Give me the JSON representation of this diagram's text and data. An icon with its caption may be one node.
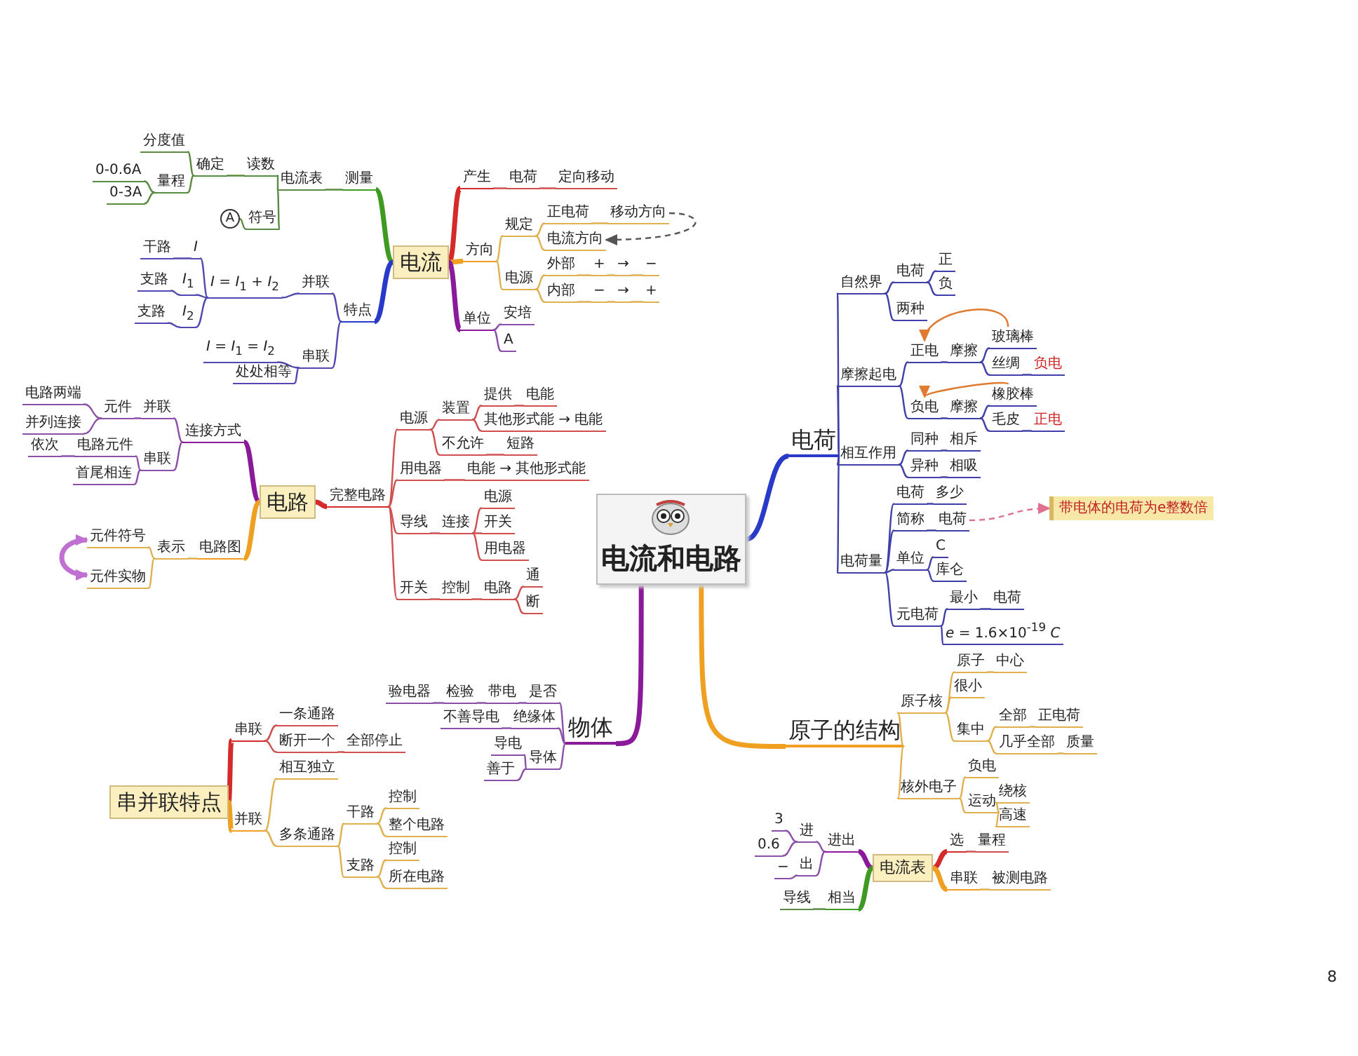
{
  "diagram": {
    "nodes": [
      {
        "text": [
          "电流和电路"
        ]
      },
      {
        "text": [
          "电流"
        ]
      },
      {
        "text": [
          "测量"
        ]
      },
      {
        "text": [
          "电流表"
        ]
      },
      {
        "text": [
          "读数"
        ]
      },
      {
        "text": [
          "确定"
        ]
      },
      {
        "text": [
          "分度值"
        ]
      },
      {
        "text": [
          "量程"
        ]
      },
      {
        "text": [
          "0-0.6A"
        ]
      },
      {
        "text": [
          "0-3A"
        ]
      },
      {
        "text": [
          "符号"
        ]
      },
      {
        "text": [
          "A"
        ]
      },
      {
        "text": [
          "特点"
        ]
      },
      {
        "text": [
          "并联"
        ]
      },
      {
        "text": [
          "*I* = *I*$_{1}$ + *I*$_{2}$"
        ]
      },
      {
        "text": [
          "I"
        ]
      },
      {
        "text": [
          "干路"
        ]
      },
      {
        "text": [
          "*I*$_{1}$"
        ]
      },
      {
        "text": [
          "支路"
        ]
      },
      {
        "text": [
          "*I*$_{2}$"
        ]
      },
      {
        "text": [
          "支路"
        ]
      },
      {
        "text": [
          "串联"
        ]
      },
      {
        "text": [
          "*I* = *I*$_{1}$ = *I*$_{2}$"
        ]
      },
      {
        "text": [
          "处处相等"
        ]
      },
      {
        "text": [
          "产生"
        ]
      },
      {
        "text": [
          "电荷"
        ]
      },
      {
        "text": [
          "定向移动"
        ]
      },
      {
        "text": [
          "方向"
        ]
      },
      {
        "text": [
          "规定"
        ]
      },
      {
        "text": [
          "正电荷"
        ]
      },
      {
        "text": [
          "移动方向"
        ]
      },
      {
        "text": [
          "电流方向"
        ]
      },
      {
        "text": [
          "电源"
        ]
      },
      {
        "text": [
          "外部"
        ]
      },
      {
        "text": [
          "+"
        ]
      },
      {
        "text": [
          "→"
        ]
      },
      {
        "text": [
          "−"
        ]
      },
      {
        "text": [
          "内部"
        ]
      },
      {
        "text": [
          "−"
        ]
      },
      {
        "text": [
          "→"
        ]
      },
      {
        "text": [
          "+"
        ]
      },
      {
        "text": [
          "单位"
        ]
      },
      {
        "text": [
          "安培"
        ]
      },
      {
        "text": [
          "A"
        ]
      },
      {
        "text": [
          "电路"
        ]
      },
      {
        "text": [
          "完整电路"
        ]
      },
      {
        "text": [
          "电源"
        ]
      },
      {
        "text": [
          "装置"
        ]
      },
      {
        "text": [
          "提供"
        ]
      },
      {
        "text": [
          "电能"
        ]
      },
      {
        "text": [
          "其他形式能 → 电能"
        ]
      },
      {
        "text": [
          "不允许"
        ]
      },
      {
        "text": [
          "短路"
        ]
      },
      {
        "text": [
          "用电器"
        ]
      },
      {
        "text": [
          "电能 → 其他形式能"
        ]
      },
      {
        "text": [
          "导线"
        ]
      },
      {
        "text": [
          "连接"
        ]
      },
      {
        "text": [
          "电源"
        ]
      },
      {
        "text": [
          "开关"
        ]
      },
      {
        "text": [
          "用电器"
        ]
      },
      {
        "text": [
          "开关"
        ]
      },
      {
        "text": [
          "控制"
        ]
      },
      {
        "text": [
          "电路"
        ]
      },
      {
        "text": [
          "通"
        ]
      },
      {
        "text": [
          "断"
        ]
      },
      {
        "text": [
          "连接方式"
        ]
      },
      {
        "text": [
          "并联"
        ]
      },
      {
        "text": [
          "元件"
        ]
      },
      {
        "text": [
          "电路两端"
        ]
      },
      {
        "text": [
          "并列连接"
        ]
      },
      {
        "text": [
          "串联"
        ]
      },
      {
        "text": [
          "电路元件"
        ]
      },
      {
        "text": [
          "依次"
        ]
      },
      {
        "text": [
          "首尾相连"
        ]
      },
      {
        "text": [
          "电路图"
        ]
      },
      {
        "text": [
          "表示"
        ]
      },
      {
        "text": [
          "元件符号"
        ]
      },
      {
        "text": [
          "元件实物"
        ]
      },
      {
        "text": [
          "电荷"
        ]
      },
      {
        "text": [
          "自然界"
        ]
      },
      {
        "text": [
          "电荷"
        ]
      },
      {
        "text": [
          "正"
        ]
      },
      {
        "text": [
          "负"
        ]
      },
      {
        "text": [
          "两种"
        ]
      },
      {
        "text": [
          "摩擦起电"
        ]
      },
      {
        "text": [
          "正电"
        ]
      },
      {
        "text": [
          "摩擦"
        ]
      },
      {
        "text": [
          "玻璃棒"
        ]
      },
      {
        "text": [
          "丝绸"
        ]
      },
      {
        "text": [
          "负电"
        ]
      },
      {
        "text": [
          "负电"
        ]
      },
      {
        "text": [
          "摩擦"
        ]
      },
      {
        "text": [
          "橡胶棒"
        ]
      },
      {
        "text": [
          "毛皮"
        ]
      },
      {
        "text": [
          "正电"
        ]
      },
      {
        "text": [
          "相互作用"
        ]
      },
      {
        "text": [
          "同种"
        ]
      },
      {
        "text": [
          "相斥"
        ]
      },
      {
        "text": [
          "异种"
        ]
      },
      {
        "text": [
          "相吸"
        ]
      },
      {
        "text": [
          "电荷量"
        ]
      },
      {
        "text": [
          "电荷"
        ]
      },
      {
        "text": [
          "多少"
        ]
      },
      {
        "text": [
          "简称"
        ]
      },
      {
        "text": [
          "电荷"
        ]
      },
      {
        "text": [
          "单位"
        ]
      },
      {
        "text": [
          "C"
        ]
      },
      {
        "text": [
          "库仑"
        ]
      },
      {
        "text": [
          "元电荷"
        ]
      },
      {
        "text": [
          "最小"
        ]
      },
      {
        "text": [
          "电荷"
        ]
      },
      {
        "text": [
          "*e* = 1.6×10$^{-19}$ *C*"
        ]
      },
      {
        "text": [
          "带电体的电荷为e整数倍"
        ]
      },
      {
        "text": [
          "物体"
        ]
      },
      {
        "text": [
          "是否"
        ]
      },
      {
        "text": [
          "带电"
        ]
      },
      {
        "text": [
          "检验"
        ]
      },
      {
        "text": [
          "验电器"
        ]
      },
      {
        "text": [
          "绝缘体"
        ]
      },
      {
        "text": [
          "不善导电"
        ]
      },
      {
        "text": [
          "导体"
        ]
      },
      {
        "text": [
          "导电"
        ]
      },
      {
        "text": [
          "善于"
        ]
      },
      {
        "text": [
          "串并联特点"
        ]
      },
      {
        "text": [
          "串联"
        ]
      },
      {
        "text": [
          "一条通路"
        ]
      },
      {
        "text": [
          "断开一个"
        ]
      },
      {
        "text": [
          "全部停止"
        ]
      },
      {
        "text": [
          "并联"
        ]
      },
      {
        "text": [
          "相互独立"
        ]
      },
      {
        "text": [
          "多条通路"
        ]
      },
      {
        "text": [
          "干路"
        ]
      },
      {
        "text": [
          "控制"
        ]
      },
      {
        "text": [
          "整个电路"
        ]
      },
      {
        "text": [
          "支路"
        ]
      },
      {
        "text": [
          "控制"
        ]
      },
      {
        "text": [
          "所在电路"
        ]
      },
      {
        "text": [
          "原子的结构"
        ]
      },
      {
        "text": [
          "原子核"
        ]
      },
      {
        "text": [
          "原子"
        ]
      },
      {
        "text": [
          "中心"
        ]
      },
      {
        "text": [
          "很小"
        ]
      },
      {
        "text": [
          "集中"
        ]
      },
      {
        "text": [
          "全部"
        ]
      },
      {
        "text": [
          "正电荷"
        ]
      },
      {
        "text": [
          "几乎全部"
        ]
      },
      {
        "text": [
          "质量"
        ]
      },
      {
        "text": [
          "核外电子"
        ]
      },
      {
        "text": [
          "负电"
        ]
      },
      {
        "text": [
          "运动"
        ]
      },
      {
        "text": [
          "绕核"
        ]
      },
      {
        "text": [
          "高速"
        ]
      },
      {
        "text": [
          "电流表"
        ]
      },
      {
        "text": [
          "进出"
        ]
      },
      {
        "text": [
          "进"
        ]
      },
      {
        "text": [
          "3"
        ]
      },
      {
        "text": [
          "0.6"
        ]
      },
      {
        "text": [
          "出"
        ]
      },
      {
        "text": [
          "−"
        ]
      },
      {
        "text": [
          "相当"
        ]
      },
      {
        "text": [
          "导线"
        ]
      },
      {
        "text": [
          "选"
        ]
      },
      {
        "text": [
          "量程"
        ]
      },
      {
        "text": [
          "串联"
        ]
      },
      {
        "text": [
          "被测电路"
        ]
      }
    ],
    "edges": [
      {
        "from": 1,
        "to": 2,
        "arrow": "none",
        "style": "thick",
        "color": "#3f9a22"
      },
      {
        "from": 2,
        "to": 3,
        "arrow": "none",
        "color": "#5a8a40"
      },
      {
        "from": 3,
        "to": 4,
        "arrow": "none",
        "color": "#5a8a40"
      },
      {
        "from": 4,
        "to": 5,
        "arrow": "none",
        "color": "#5a8a40"
      },
      {
        "from": 5,
        "to": 6,
        "arrow": "none",
        "color": "#5a8a40"
      },
      {
        "from": 5,
        "to": 7,
        "arrow": "none",
        "color": "#5a8a40"
      },
      {
        "from": 7,
        "to": 8,
        "arrow": "none",
        "color": "#5a8a40"
      },
      {
        "from": 7,
        "to": 9,
        "arrow": "none",
        "color": "#5a8a40"
      },
      {
        "from": 3,
        "to": 10,
        "arrow": "none",
        "color": "#5a8a40"
      },
      {
        "from": 10,
        "to": 11,
        "arrow": "none",
        "color": "#5a8a40"
      },
      {
        "from": 1,
        "to": 12,
        "arrow": "none",
        "style": "thick",
        "color": "#2a3ac8"
      },
      {
        "from": 12,
        "to": 13,
        "arrow": "none",
        "color": "#5048b0"
      },
      {
        "from": 13,
        "to": 14,
        "arrow": "none",
        "color": "#5048b0"
      },
      {
        "from": 14,
        "to": 15,
        "arrow": "none",
        "color": "#5048b0"
      },
      {
        "from": 15,
        "to": 16,
        "arrow": "none",
        "color": "#5048b0"
      },
      {
        "from": 14,
        "to": 17,
        "arrow": "none",
        "color": "#5048b0"
      },
      {
        "from": 17,
        "to": 18,
        "arrow": "none",
        "color": "#5048b0"
      },
      {
        "from": 14,
        "to": 19,
        "arrow": "none",
        "color": "#5048b0"
      },
      {
        "from": 19,
        "to": 20,
        "arrow": "none",
        "color": "#5048b0"
      },
      {
        "from": 12,
        "to": 21,
        "arrow": "none",
        "color": "#5048b0"
      },
      {
        "from": 21,
        "to": 22,
        "arrow": "none",
        "color": "#5048b0"
      },
      {
        "from": 21,
        "to": 23,
        "arrow": "none",
        "color": "#5048b0"
      },
      {
        "from": 1,
        "to": 24,
        "arrow": "none",
        "style": "thick",
        "color": "#d42a2a"
      },
      {
        "from": 24,
        "to": 25,
        "arrow": "none",
        "color": "#d05050"
      },
      {
        "from": 25,
        "to": 26,
        "arrow": "none",
        "color": "#d05050"
      },
      {
        "from": 1,
        "to": 27,
        "arrow": "none",
        "style": "thick",
        "color": "#f0a020"
      },
      {
        "from": 27,
        "to": 28,
        "arrow": "none",
        "color": "#e0b050"
      },
      {
        "from": 28,
        "to": 29,
        "arrow": "none",
        "color": "#e0b050"
      },
      {
        "from": 29,
        "to": 30,
        "arrow": "none",
        "color": "#e0b050"
      },
      {
        "from": 28,
        "to": 31,
        "arrow": "none",
        "color": "#e0b050"
      },
      {
        "from": 27,
        "to": 32,
        "arrow": "none",
        "color": "#e0b050"
      },
      {
        "from": 32,
        "to": 33,
        "arrow": "none",
        "color": "#e0b050"
      },
      {
        "from": 33,
        "to": 34,
        "arrow": "none",
        "color": "#e0b050"
      },
      {
        "from": 34,
        "to": 35,
        "arrow": "none",
        "color": "#e0b050"
      },
      {
        "from": 35,
        "to": 36,
        "arrow": "none",
        "color": "#e0b050"
      },
      {
        "from": 32,
        "to": 37,
        "arrow": "none",
        "color": "#e0b050"
      },
      {
        "from": 37,
        "to": 38,
        "arrow": "none",
        "color": "#e0b050"
      },
      {
        "from": 38,
        "to": 39,
        "arrow": "none",
        "color": "#e0b050"
      },
      {
        "from": 39,
        "to": 40,
        "arrow": "none",
        "color": "#e0b050"
      },
      {
        "from": 1,
        "to": 41,
        "arrow": "none",
        "style": "thick",
        "color": "#8a1a9a"
      },
      {
        "from": 41,
        "to": 42,
        "arrow": "none",
        "color": "#8a50a8"
      },
      {
        "from": 41,
        "to": 43,
        "arrow": "none",
        "color": "#8a50a8"
      },
      {
        "from": 30,
        "to": 31,
        "arrow": "to",
        "style": "dashed",
        "color": "#555555"
      },
      {
        "from": 44,
        "to": 45,
        "arrow": "none",
        "style": "thick",
        "color": "#d42a2a"
      },
      {
        "from": 45,
        "to": 46,
        "arrow": "none",
        "color": "#d05050"
      },
      {
        "from": 46,
        "to": 47,
        "arrow": "none",
        "color": "#d05050"
      },
      {
        "from": 47,
        "to": 48,
        "arrow": "none",
        "color": "#d05050"
      },
      {
        "from": 48,
        "to": 49,
        "arrow": "none",
        "color": "#d05050"
      },
      {
        "from": 47,
        "to": 50,
        "arrow": "none",
        "color": "#d05050"
      },
      {
        "from": 46,
        "to": 51,
        "arrow": "none",
        "color": "#d05050"
      },
      {
        "from": 51,
        "to": 52,
        "arrow": "none",
        "color": "#d05050"
      },
      {
        "from": 45,
        "to": 53,
        "arrow": "none",
        "color": "#d05050"
      },
      {
        "from": 53,
        "to": 54,
        "arrow": "none",
        "color": "#d05050"
      },
      {
        "from": 45,
        "to": 55,
        "arrow": "none",
        "color": "#d05050"
      },
      {
        "from": 55,
        "to": 56,
        "arrow": "none",
        "color": "#d05050"
      },
      {
        "from": 56,
        "to": 57,
        "arrow": "none",
        "color": "#d05050"
      },
      {
        "from": 56,
        "to": 58,
        "arrow": "none",
        "color": "#d05050"
      },
      {
        "from": 56,
        "to": 59,
        "arrow": "none",
        "color": "#d05050"
      },
      {
        "from": 45,
        "to": 60,
        "arrow": "none",
        "color": "#d05050"
      },
      {
        "from": 60,
        "to": 61,
        "arrow": "none",
        "color": "#d05050"
      },
      {
        "from": 61,
        "to": 62,
        "arrow": "none",
        "color": "#d05050"
      },
      {
        "from": 62,
        "to": 63,
        "arrow": "none",
        "color": "#d05050"
      },
      {
        "from": 62,
        "to": 64,
        "arrow": "none",
        "color": "#d05050"
      },
      {
        "from": 44,
        "to": 65,
        "arrow": "none",
        "style": "thick",
        "color": "#8a1a9a"
      },
      {
        "from": 65,
        "to": 66,
        "arrow": "none",
        "color": "#8a50a8"
      },
      {
        "from": 66,
        "to": 67,
        "arrow": "none",
        "color": "#8a50a8"
      },
      {
        "from": 67,
        "to": 68,
        "arrow": "none",
        "color": "#8a50a8"
      },
      {
        "from": 67,
        "to": 69,
        "arrow": "none",
        "color": "#8a50a8"
      },
      {
        "from": 65,
        "to": 70,
        "arrow": "none",
        "color": "#8a50a8"
      },
      {
        "from": 70,
        "to": 71,
        "arrow": "none",
        "color": "#8a50a8"
      },
      {
        "from": 71,
        "to": 72,
        "arrow": "none",
        "color": "#8a50a8"
      },
      {
        "from": 70,
        "to": 73,
        "arrow": "none",
        "color": "#8a50a8"
      },
      {
        "from": 44,
        "to": 74,
        "arrow": "none",
        "style": "thick",
        "color": "#f0a020"
      },
      {
        "from": 74,
        "to": 75,
        "arrow": "none",
        "color": "#e0b050"
      },
      {
        "from": 75,
        "to": 76,
        "arrow": "none",
        "color": "#e0b050"
      },
      {
        "from": 75,
        "to": 77,
        "arrow": "none",
        "color": "#e0b050"
      },
      {
        "from": 76,
        "to": 77,
        "arrow": "both",
        "style": "thick",
        "color": "#c070d0"
      },
      {
        "from": 0,
        "to": 78,
        "arrow": "none",
        "style": "thick",
        "color": "#2a3ac8"
      },
      {
        "from": 78,
        "to": 79,
        "arrow": "none",
        "color": "#4040a8"
      },
      {
        "from": 79,
        "to": 80,
        "arrow": "none",
        "color": "#4040a8"
      },
      {
        "from": 80,
        "to": 81,
        "arrow": "none",
        "color": "#4040a8"
      },
      {
        "from": 80,
        "to": 82,
        "arrow": "none",
        "color": "#4040a8"
      },
      {
        "from": 79,
        "to": 83,
        "arrow": "none",
        "color": "#4040a8"
      },
      {
        "from": 78,
        "to": 84,
        "arrow": "none",
        "color": "#4040a8"
      },
      {
        "from": 84,
        "to": 85,
        "arrow": "none",
        "color": "#4040a8"
      },
      {
        "from": 85,
        "to": 86,
        "arrow": "none",
        "color": "#4040a8"
      },
      {
        "from": 86,
        "to": 87,
        "arrow": "none",
        "color": "#4040a8"
      },
      {
        "from": 86,
        "to": 88,
        "arrow": "none",
        "color": "#4040a8"
      },
      {
        "from": 88,
        "to": 89,
        "arrow": "none",
        "color": "#4040a8"
      },
      {
        "from": 84,
        "to": 90,
        "arrow": "none",
        "color": "#4040a8"
      },
      {
        "from": 90,
        "to": 91,
        "arrow": "none",
        "color": "#4040a8"
      },
      {
        "from": 91,
        "to": 92,
        "arrow": "none",
        "color": "#4040a8"
      },
      {
        "from": 91,
        "to": 93,
        "arrow": "none",
        "color": "#4040a8"
      },
      {
        "from": 93,
        "to": 94,
        "arrow": "none",
        "color": "#4040a8"
      },
      {
        "from": 87,
        "to": 85,
        "arrow": "to",
        "color": "#e07a30"
      },
      {
        "from": 92,
        "to": 90,
        "arrow": "to",
        "color": "#e07a30"
      },
      {
        "from": 78,
        "to": 95,
        "arrow": "none",
        "color": "#4040a8"
      },
      {
        "from": 95,
        "to": 96,
        "arrow": "none",
        "color": "#4040a8"
      },
      {
        "from": 96,
        "to": 97,
        "arrow": "none",
        "color": "#4040a8"
      },
      {
        "from": 95,
        "to": 98,
        "arrow": "none",
        "color": "#4040a8"
      },
      {
        "from": 98,
        "to": 99,
        "arrow": "none",
        "color": "#4040a8"
      },
      {
        "from": 78,
        "to": 100,
        "arrow": "none",
        "color": "#4040a8"
      },
      {
        "from": 100,
        "to": 101,
        "arrow": "none",
        "color": "#4040a8"
      },
      {
        "from": 101,
        "to": 102,
        "arrow": "none",
        "color": "#4040a8"
      },
      {
        "from": 100,
        "to": 103,
        "arrow": "none",
        "color": "#4040a8"
      },
      {
        "from": 103,
        "to": 104,
        "arrow": "none",
        "color": "#4040a8"
      },
      {
        "from": 100,
        "to": 105,
        "arrow": "none",
        "color": "#4040a8"
      },
      {
        "from": 105,
        "to": 106,
        "arrow": "none",
        "color": "#4040a8"
      },
      {
        "from": 105,
        "to": 107,
        "arrow": "none",
        "color": "#4040a8"
      },
      {
        "from": 100,
        "to": 108,
        "arrow": "none",
        "color": "#4040a8"
      },
      {
        "from": 108,
        "to": 109,
        "arrow": "none",
        "color": "#4040a8"
      },
      {
        "from": 109,
        "to": 110,
        "arrow": "none",
        "color": "#4040a8"
      },
      {
        "from": 108,
        "to": 111,
        "arrow": "none",
        "color": "#4040a8"
      },
      {
        "from": 104,
        "to": 112,
        "arrow": "to",
        "style": "dashed",
        "color": "#e07090"
      },
      {
        "from": 0,
        "to": 113,
        "arrow": "none",
        "style": "thick",
        "color": "#8a1a9a"
      },
      {
        "from": 113,
        "to": 114,
        "arrow": "none",
        "color": "#8a50a8"
      },
      {
        "from": 114,
        "to": 115,
        "arrow": "none",
        "color": "#8a50a8"
      },
      {
        "from": 115,
        "to": 116,
        "arrow": "none",
        "color": "#8a50a8"
      },
      {
        "from": 116,
        "to": 117,
        "arrow": "none",
        "color": "#8a50a8"
      },
      {
        "from": 113,
        "to": 118,
        "arrow": "none",
        "color": "#8a50a8"
      },
      {
        "from": 118,
        "to": 119,
        "arrow": "none",
        "color": "#8a50a8"
      },
      {
        "from": 113,
        "to": 120,
        "arrow": "none",
        "color": "#8a50a8"
      },
      {
        "from": 120,
        "to": 121,
        "arrow": "none",
        "color": "#8a50a8"
      },
      {
        "from": 120,
        "to": 122,
        "arrow": "none",
        "color": "#8a50a8"
      },
      {
        "from": 123,
        "to": 124,
        "arrow": "none",
        "style": "thick",
        "color": "#d42a2a"
      },
      {
        "from": 124,
        "to": 125,
        "arrow": "none",
        "color": "#d05050"
      },
      {
        "from": 124,
        "to": 126,
        "arrow": "none",
        "color": "#d05050"
      },
      {
        "from": 126,
        "to": 127,
        "arrow": "none",
        "color": "#d05050"
      },
      {
        "from": 123,
        "to": 128,
        "arrow": "none",
        "style": "thick",
        "color": "#f0a020"
      },
      {
        "from": 128,
        "to": 129,
        "arrow": "none",
        "color": "#e0b050"
      },
      {
        "from": 128,
        "to": 130,
        "arrow": "none",
        "color": "#e0b050"
      },
      {
        "from": 130,
        "to": 131,
        "arrow": "none",
        "color": "#e0b050"
      },
      {
        "from": 131,
        "to": 132,
        "arrow": "none",
        "color": "#e0b050"
      },
      {
        "from": 131,
        "to": 133,
        "arrow": "none",
        "color": "#e0b050"
      },
      {
        "from": 130,
        "to": 134,
        "arrow": "none",
        "color": "#e0b050"
      },
      {
        "from": 134,
        "to": 135,
        "arrow": "none",
        "color": "#e0b050"
      },
      {
        "from": 134,
        "to": 136,
        "arrow": "none",
        "color": "#e0b050"
      },
      {
        "from": 0,
        "to": 137,
        "arrow": "none",
        "style": "thick",
        "color": "#f0a020"
      },
      {
        "from": 137,
        "to": 138,
        "arrow": "none",
        "color": "#e0b050"
      },
      {
        "from": 138,
        "to": 139,
        "arrow": "none",
        "color": "#e0b050"
      },
      {
        "from": 139,
        "to": 140,
        "arrow": "none",
        "color": "#e0b050"
      },
      {
        "from": 138,
        "to": 141,
        "arrow": "none",
        "color": "#e0b050"
      },
      {
        "from": 138,
        "to": 142,
        "arrow": "none",
        "color": "#e0b050"
      },
      {
        "from": 142,
        "to": 143,
        "arrow": "none",
        "color": "#e0b050"
      },
      {
        "from": 143,
        "to": 144,
        "arrow": "none",
        "color": "#e0b050"
      },
      {
        "from": 142,
        "to": 145,
        "arrow": "none",
        "color": "#e0b050"
      },
      {
        "from": 145,
        "to": 146,
        "arrow": "none",
        "color": "#e0b050"
      },
      {
        "from": 137,
        "to": 147,
        "arrow": "none",
        "color": "#e0b050"
      },
      {
        "from": 147,
        "to": 148,
        "arrow": "none",
        "color": "#e0b050"
      },
      {
        "from": 147,
        "to": 149,
        "arrow": "none",
        "color": "#e0b050"
      },
      {
        "from": 149,
        "to": 150,
        "arrow": "none",
        "color": "#e0b050"
      },
      {
        "from": 149,
        "to": 151,
        "arrow": "none",
        "color": "#e0b050"
      },
      {
        "from": 152,
        "to": 153,
        "arrow": "none",
        "style": "thick",
        "color": "#8a1a9a"
      },
      {
        "from": 153,
        "to": 154,
        "arrow": "none",
        "color": "#8a50a8"
      },
      {
        "from": 154,
        "to": 155,
        "arrow": "none",
        "color": "#8a50a8"
      },
      {
        "from": 154,
        "to": 156,
        "arrow": "none",
        "color": "#8a50a8"
      },
      {
        "from": 153,
        "to": 157,
        "arrow": "none",
        "color": "#8a50a8"
      },
      {
        "from": 157,
        "to": 158,
        "arrow": "none",
        "color": "#8a50a8"
      },
      {
        "from": 152,
        "to": 159,
        "arrow": "none",
        "style": "thick",
        "color": "#3f9a22"
      },
      {
        "from": 159,
        "to": 160,
        "arrow": "none",
        "color": "#5a8a40"
      },
      {
        "from": 152,
        "to": 161,
        "arrow": "none",
        "style": "thick",
        "color": "#d42a2a"
      },
      {
        "from": 161,
        "to": 162,
        "arrow": "none",
        "color": "#d05050"
      },
      {
        "from": 152,
        "to": 163,
        "arrow": "none",
        "style": "thick",
        "color": "#f0a020"
      },
      {
        "from": 163,
        "to": 164,
        "arrow": "none",
        "color": "#e0b050"
      }
    ],
    "labels": [
      "8"
    ]
  }
}
